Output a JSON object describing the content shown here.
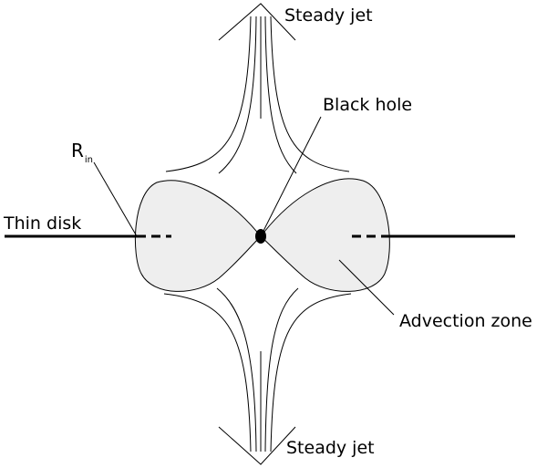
{
  "labels": {
    "jet_top": "Steady jet",
    "jet_bottom": "Steady jet",
    "black_hole": "Black hole",
    "r_in_main": "R",
    "r_in_sub": "in",
    "thin_disk": "Thin disk",
    "advection_zone": "Advection zone"
  },
  "colors": {
    "stroke": "#000000",
    "lobe_fill": "#eeeeee",
    "background": "#ffffff"
  }
}
